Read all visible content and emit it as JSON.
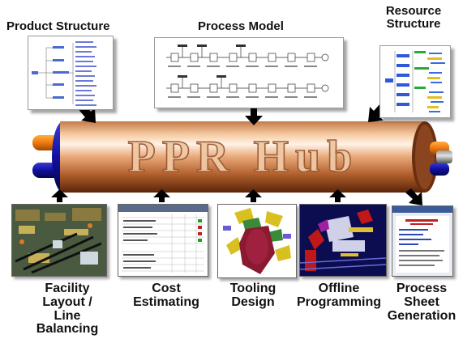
{
  "hub": {
    "title": "PPR Hub",
    "colors": {
      "cylinder_light": "#ffe2c8",
      "cylinder_mid": "#d48a5c",
      "cylinder_dark": "#7a3a16",
      "ring_blue": "#1a1ab8",
      "ring_orange": "#f08a1a"
    }
  },
  "top_labels": {
    "product_structure": "Product Structure",
    "process_model": "Process Model",
    "resource_structure_line1": "Resource",
    "resource_structure_line2": "Structure"
  },
  "bottom_labels": {
    "facility_line1": "Facility",
    "facility_line2": "Layout /",
    "facility_line3": "Line",
    "facility_line4": "Balancing",
    "cost_line1": "Cost",
    "cost_line2": "Estimating",
    "tooling_line1": "Tooling",
    "tooling_line2": "Design",
    "offline_line1": "Offline",
    "offline_line2": "Programming",
    "process_sheet_line1": "Process",
    "process_sheet_line2": "Sheet",
    "process_sheet_line3": "Generation"
  },
  "icons": {
    "arrow": "arrow-icon"
  }
}
